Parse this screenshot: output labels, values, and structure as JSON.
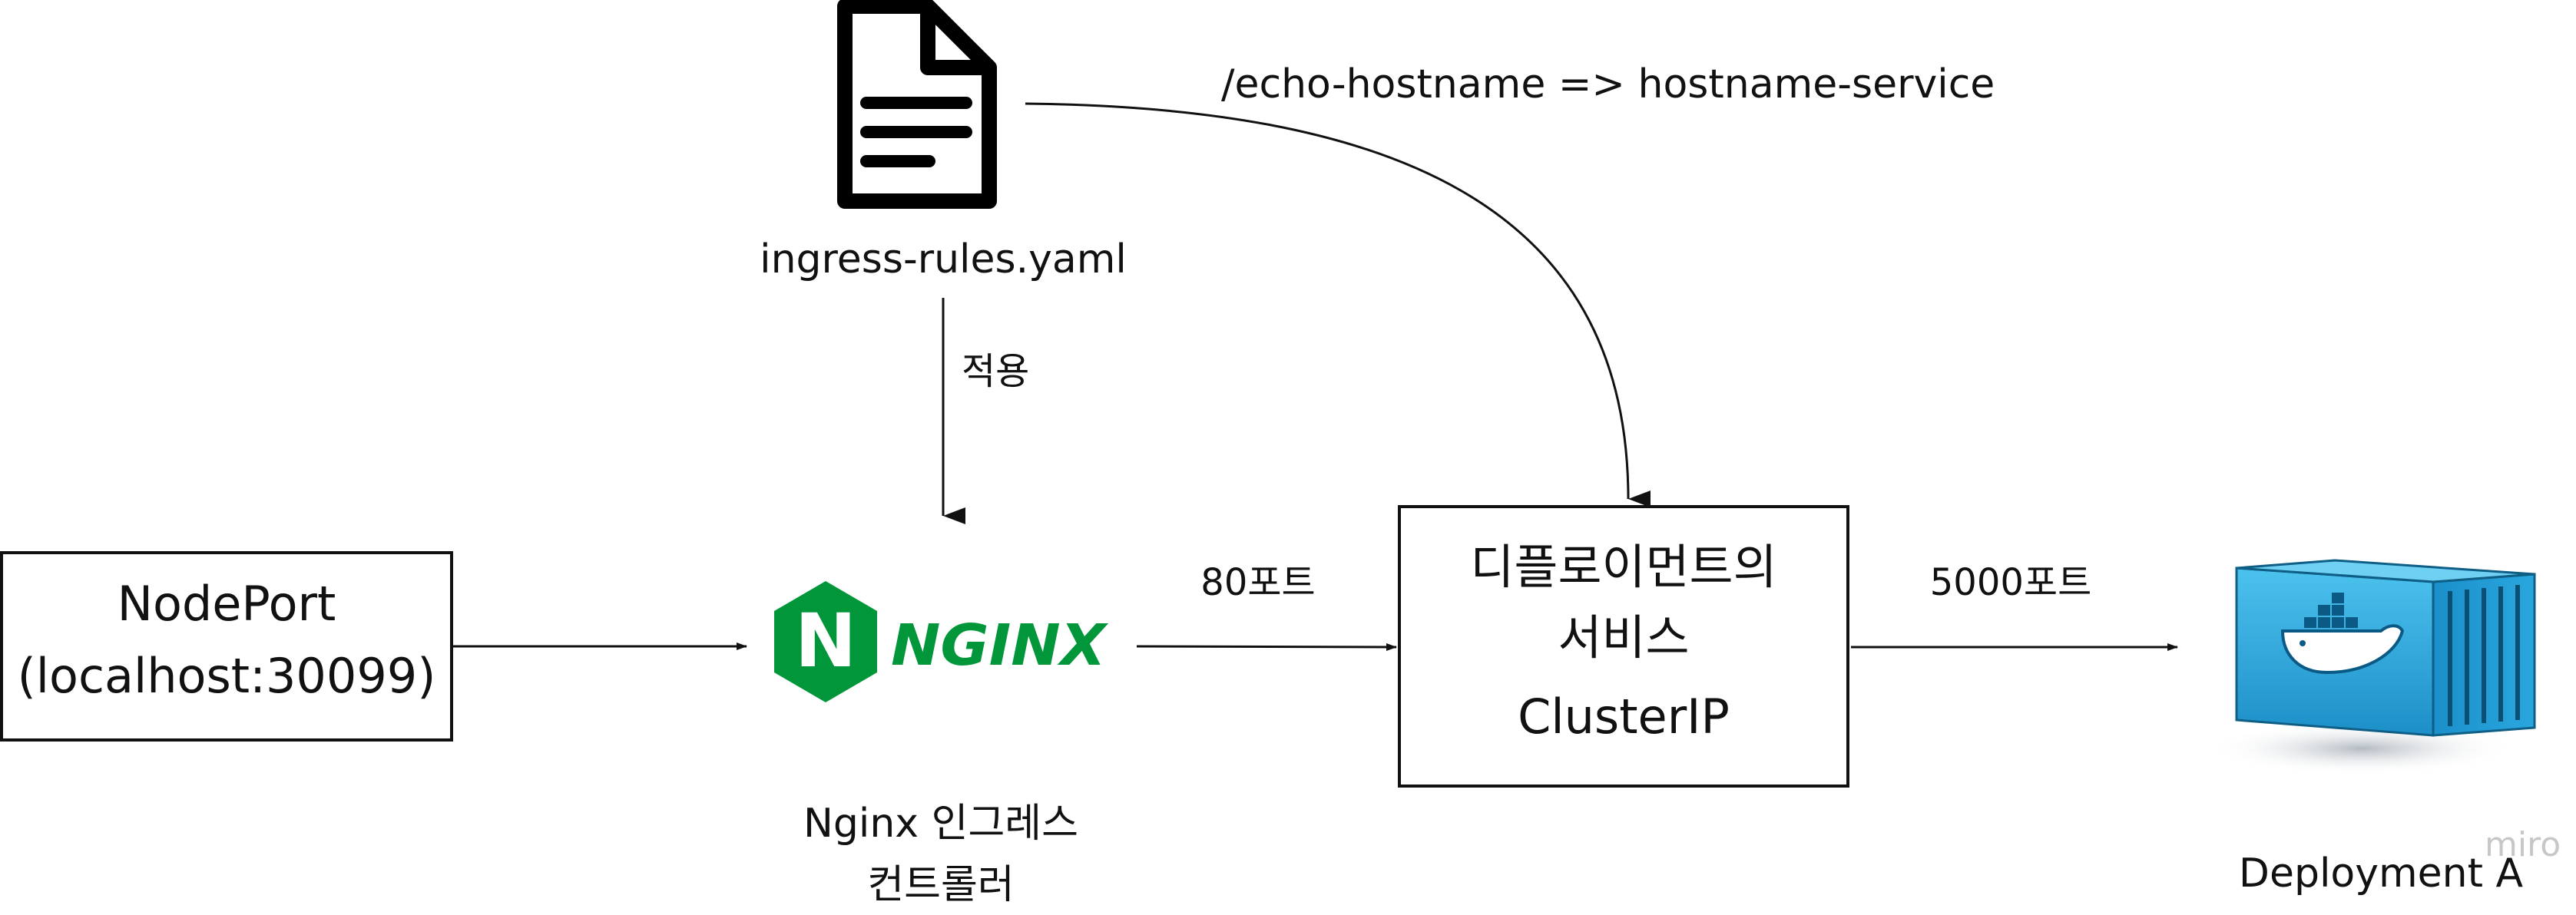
{
  "nodes": {
    "yaml_file": {
      "label": "ingress-rules.yaml"
    },
    "nodeport": {
      "line1": "NodePort",
      "line2": "(localhost:30099)"
    },
    "nginx": {
      "logo_text": "NGINX",
      "logo_letter": "N",
      "caption_line1": "Nginx 인그레스",
      "caption_line2": "컨트롤러",
      "brand_color": "#009639"
    },
    "service": {
      "line1": "디플로이먼트의",
      "line2": "서비스",
      "line3": "ClusterIP"
    },
    "deployment": {
      "label": "Deployment A",
      "container_color": "#29a8e0"
    }
  },
  "edges": {
    "apply": {
      "label": "적용"
    },
    "rule": {
      "label": "/echo-hostname => hostname-service"
    },
    "nginx_to_service": {
      "label": "80포트"
    },
    "service_to_deployment": {
      "label": "5000포트"
    }
  },
  "watermark": {
    "text": "miro"
  }
}
